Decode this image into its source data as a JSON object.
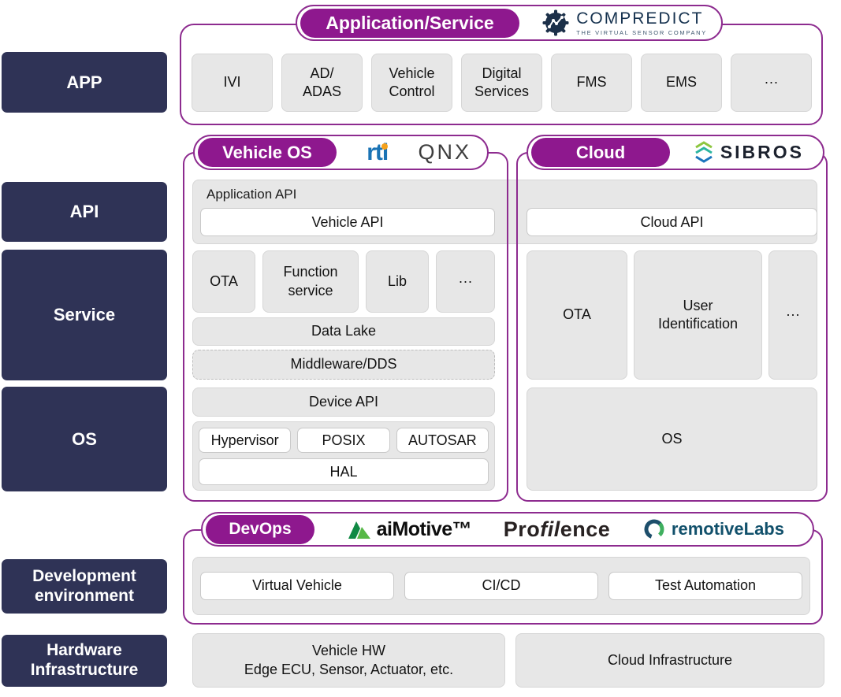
{
  "colors": {
    "navy": "#2f3356",
    "purple_pill": "#8e188e",
    "purple_border": "#8d2b8f",
    "gray_box": "#e7e7e7",
    "rti_blue": "#1a73b5",
    "rti_dot_orange": "#f5a11c"
  },
  "rail": {
    "app": "APP",
    "api": "API",
    "service": "Service",
    "os": "OS",
    "dev": "Development\nenvironment",
    "hw": "Hardware\nInfrastructure"
  },
  "app_group": {
    "title": "Application/Service",
    "compredict_name": "COMPREDICT",
    "compredict_tagline": "THE VIRTUAL SENSOR COMPANY",
    "boxes": [
      "IVI",
      "AD/\nADAS",
      "Vehicle\nControl",
      "Digital\nServices",
      "FMS",
      "EMS",
      "···"
    ]
  },
  "vehicle_os": {
    "title": "Vehicle OS",
    "rti": "rti",
    "qnx": "QNX",
    "application_api": "Application API",
    "vehicle_api": "Vehicle API",
    "services": [
      "OTA",
      "Function\nservice",
      "Lib",
      "···"
    ],
    "data_lake": "Data Lake",
    "middleware": "Middleware/DDS",
    "device_api": "Device API",
    "os_row": [
      "Hypervisor",
      "POSIX",
      "AUTOSAR"
    ],
    "hal": "HAL"
  },
  "cloud": {
    "title": "Cloud",
    "sibros": "SIBROS",
    "cloud_api": "Cloud API",
    "services": [
      "OTA",
      "User\nIdentification",
      "···"
    ],
    "os": "OS"
  },
  "devops": {
    "title": "DevOps",
    "aimotive": "aiMotive™",
    "profilence_pro": "Pro",
    "profilence_fil": "fil",
    "profilence_ence": "ence",
    "remotivelabs": "remotiveLabs",
    "boxes": [
      "Virtual Vehicle",
      "CI/CD",
      "Test Automation"
    ]
  },
  "hardware": {
    "vehicle_hw": "Vehicle HW\nEdge ECU, Sensor, Actuator, etc.",
    "cloud_infra": "Cloud Infrastructure"
  }
}
